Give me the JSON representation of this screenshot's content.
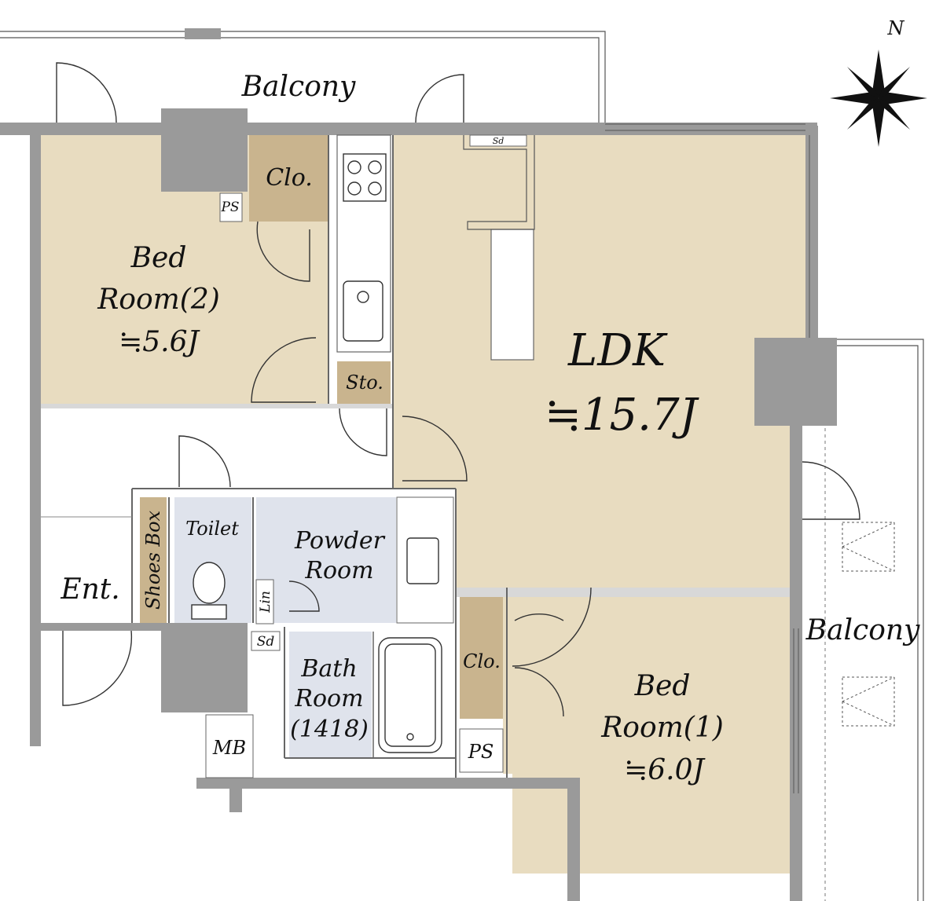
{
  "rooms": {
    "balcony_top": "Balcony",
    "balcony_right": "Balcony",
    "bedroom2": {
      "line1": "Bed",
      "line2": "Room(2)",
      "line3": "≒5.6J"
    },
    "closet_top": "Clo.",
    "ps_top": "PS",
    "sd_top": "Sd",
    "storage": "Sto.",
    "ldk": {
      "line1": "LDK",
      "line2": "≒15.7J"
    },
    "toilet": "Toilet",
    "powder": {
      "line1": "Powder",
      "line2": "Room"
    },
    "shoes_box": "Shoes Box",
    "entrance": "Ent.",
    "linen": "Lin",
    "sd_mid": "Sd",
    "bath": {
      "line1": "Bath",
      "line2": "Room",
      "line3": "(1418)"
    },
    "mb": "MB",
    "ps_bottom": "PS",
    "closet_bottom": "Clo.",
    "bedroom1": {
      "line1": "Bed",
      "line2": "Room(1)",
      "line3": "≒6.0J"
    }
  },
  "compass": {
    "north": "N"
  },
  "colors": {
    "floor_room": "#e8dcc0",
    "floor_wet": "#dfe3ec",
    "closet": "#c9b48e",
    "wall": "#9a9a9a",
    "outline": "#888888"
  }
}
